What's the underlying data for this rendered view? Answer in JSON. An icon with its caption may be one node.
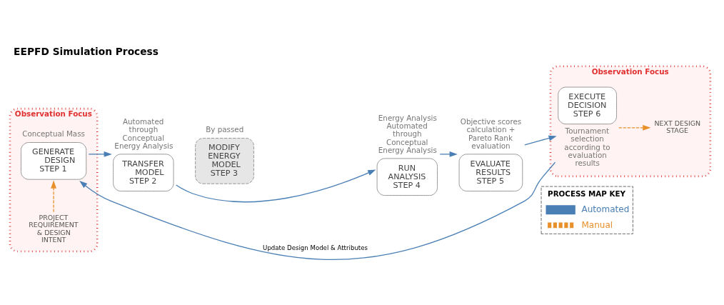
{
  "diagram": {
    "title": "EEPFD Simulation Process",
    "nodes": [
      {
        "text": [
          "Observation Focus"
        ]
      },
      {
        "text": [
          "GENERATE DESIGN",
          "STEP 1"
        ],
        "in": 0,
        "beside": [
          "Conceptual Mass"
        ]
      },
      {
        "text": [
          "PROJECT REQUIREMENT & DESIGN INTENT"
        ],
        "in": 0
      },
      {
        "text": [
          "TRANSFER MODEL",
          "STEP 2"
        ],
        "beside": [
          "Automated through Conceptual Energy Analysis"
        ]
      },
      {
        "text": [
          "MODIFY ENERGY MODEL",
          "STEP 3"
        ],
        "beside": [
          "By passed"
        ]
      },
      {
        "text": [
          "RUN ANALYSIS",
          "STEP 4"
        ],
        "beside": [
          "Energy Analysis Automated through Conceptual Energy Analysis"
        ]
      },
      {
        "text": [
          "EVALUATE RESULTS",
          "STEP 5"
        ],
        "beside": [
          "Objective scores calculation + Pareto Rank evaluation"
        ]
      },
      {
        "text": [
          "Observation Focus"
        ]
      },
      {
        "text": [
          "EXECUTE DECISION",
          "STEP 6"
        ],
        "in": 7,
        "beside": [
          "Tournament selection according to evaluation results"
        ]
      },
      {
        "text": [
          "NEXT DESIGN STAGE"
        ],
        "in": 7
      }
    ],
    "edges": [
      {
        "from": 2,
        "to": 1,
        "arrow": "to",
        "style": "dashed",
        "color": "#e8902a"
      },
      {
        "from": 1,
        "to": 3,
        "arrow": "to"
      },
      {
        "from": 3,
        "to": 5,
        "arrow": "to"
      },
      {
        "from": 5,
        "to": 6,
        "arrow": "to"
      },
      {
        "from": 6,
        "to": 8,
        "arrow": "to"
      },
      {
        "from": 8,
        "to": 9,
        "arrow": "to",
        "style": "dashed",
        "color": "#e8902a"
      },
      {
        "from": 8,
        "to": 1,
        "arrow": "to",
        "label": "Update Design Model & Attributes"
      }
    ],
    "labels": [
      "PROCESS MAP KEY"
    ],
    "legend": [
      {
        "text": "Automated"
      },
      {
        "text": "Manual"
      }
    ]
  }
}
